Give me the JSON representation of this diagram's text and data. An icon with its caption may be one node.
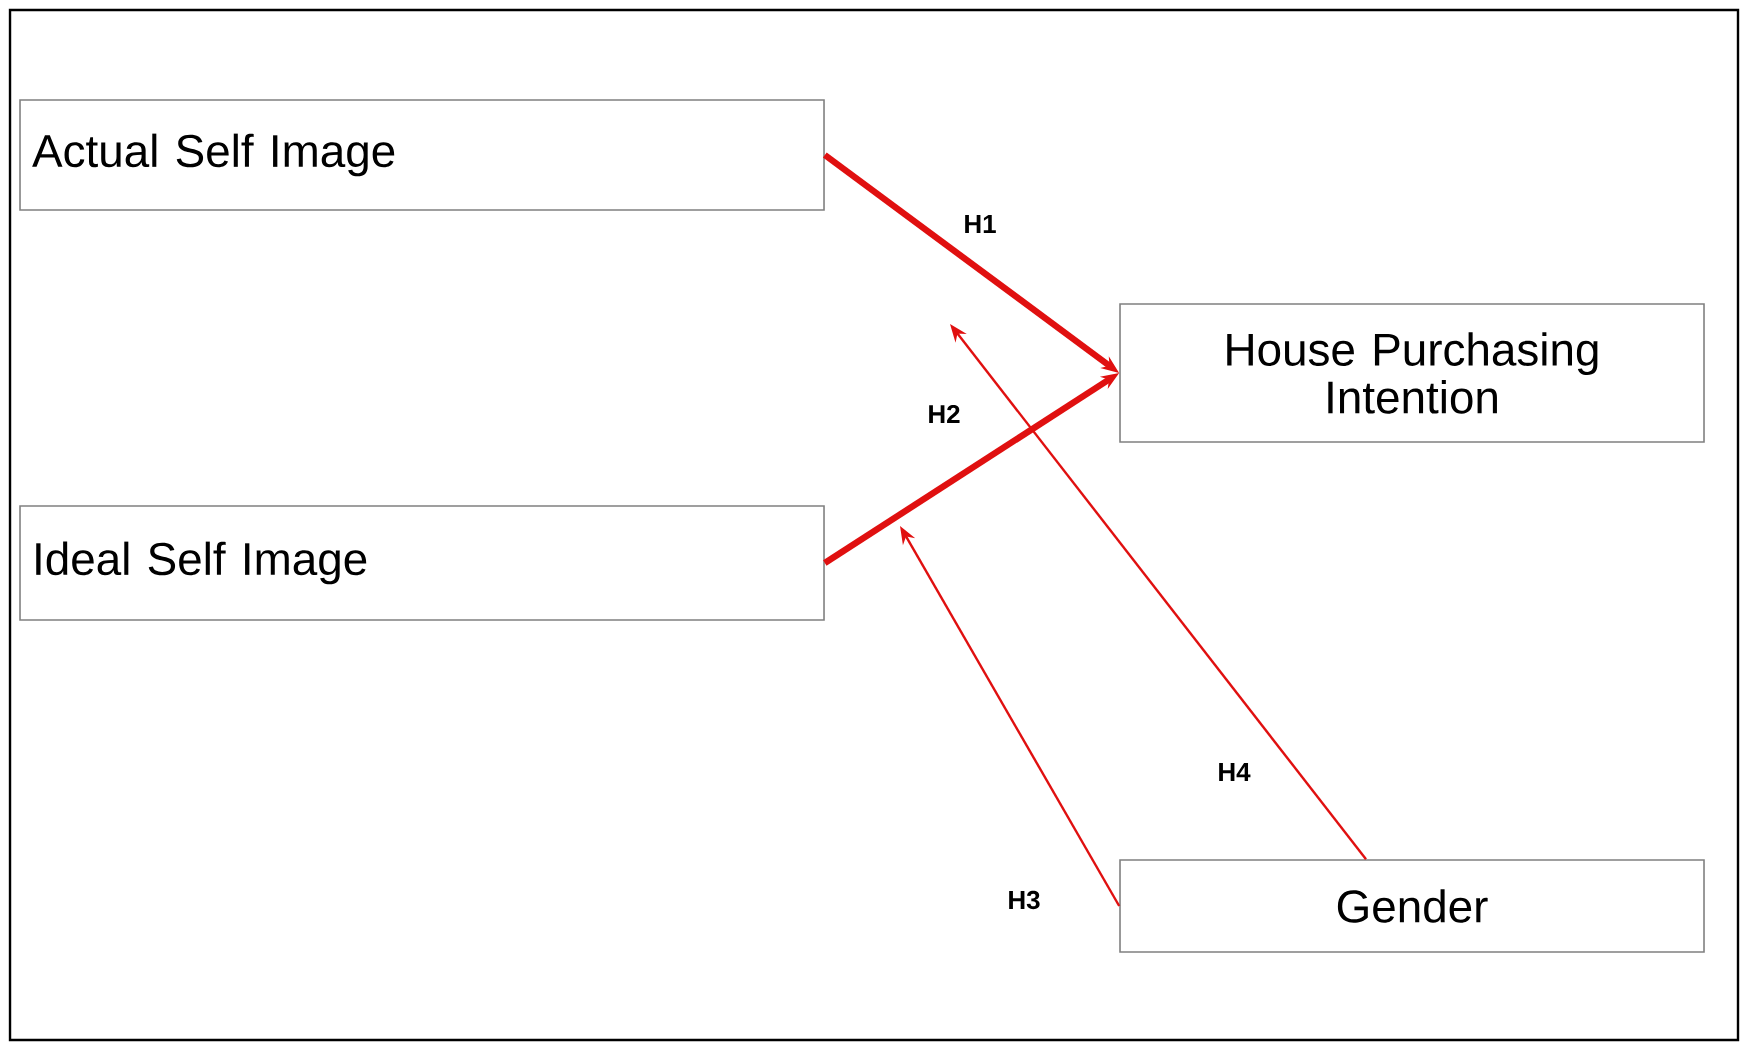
{
  "diagram": {
    "nodes": [
      {
        "text": [
          "Actual Self Image"
        ]
      },
      {
        "text": [
          "Ideal Self Image"
        ]
      },
      {
        "text": [
          "House Purchasing Intention"
        ]
      },
      {
        "text": [
          "Gender"
        ]
      }
    ],
    "edges": [
      {
        "from": 0,
        "to": 2,
        "arrow": "to",
        "label": "H1",
        "style": "thick"
      },
      {
        "from": 1,
        "to": 2,
        "arrow": "to",
        "label": "H2",
        "style": "thick"
      },
      {
        "from": 3,
        "to": null,
        "arrow": "to",
        "label": "H3"
      },
      {
        "from": 3,
        "to": null,
        "arrow": "to",
        "label": "H4"
      }
    ]
  }
}
